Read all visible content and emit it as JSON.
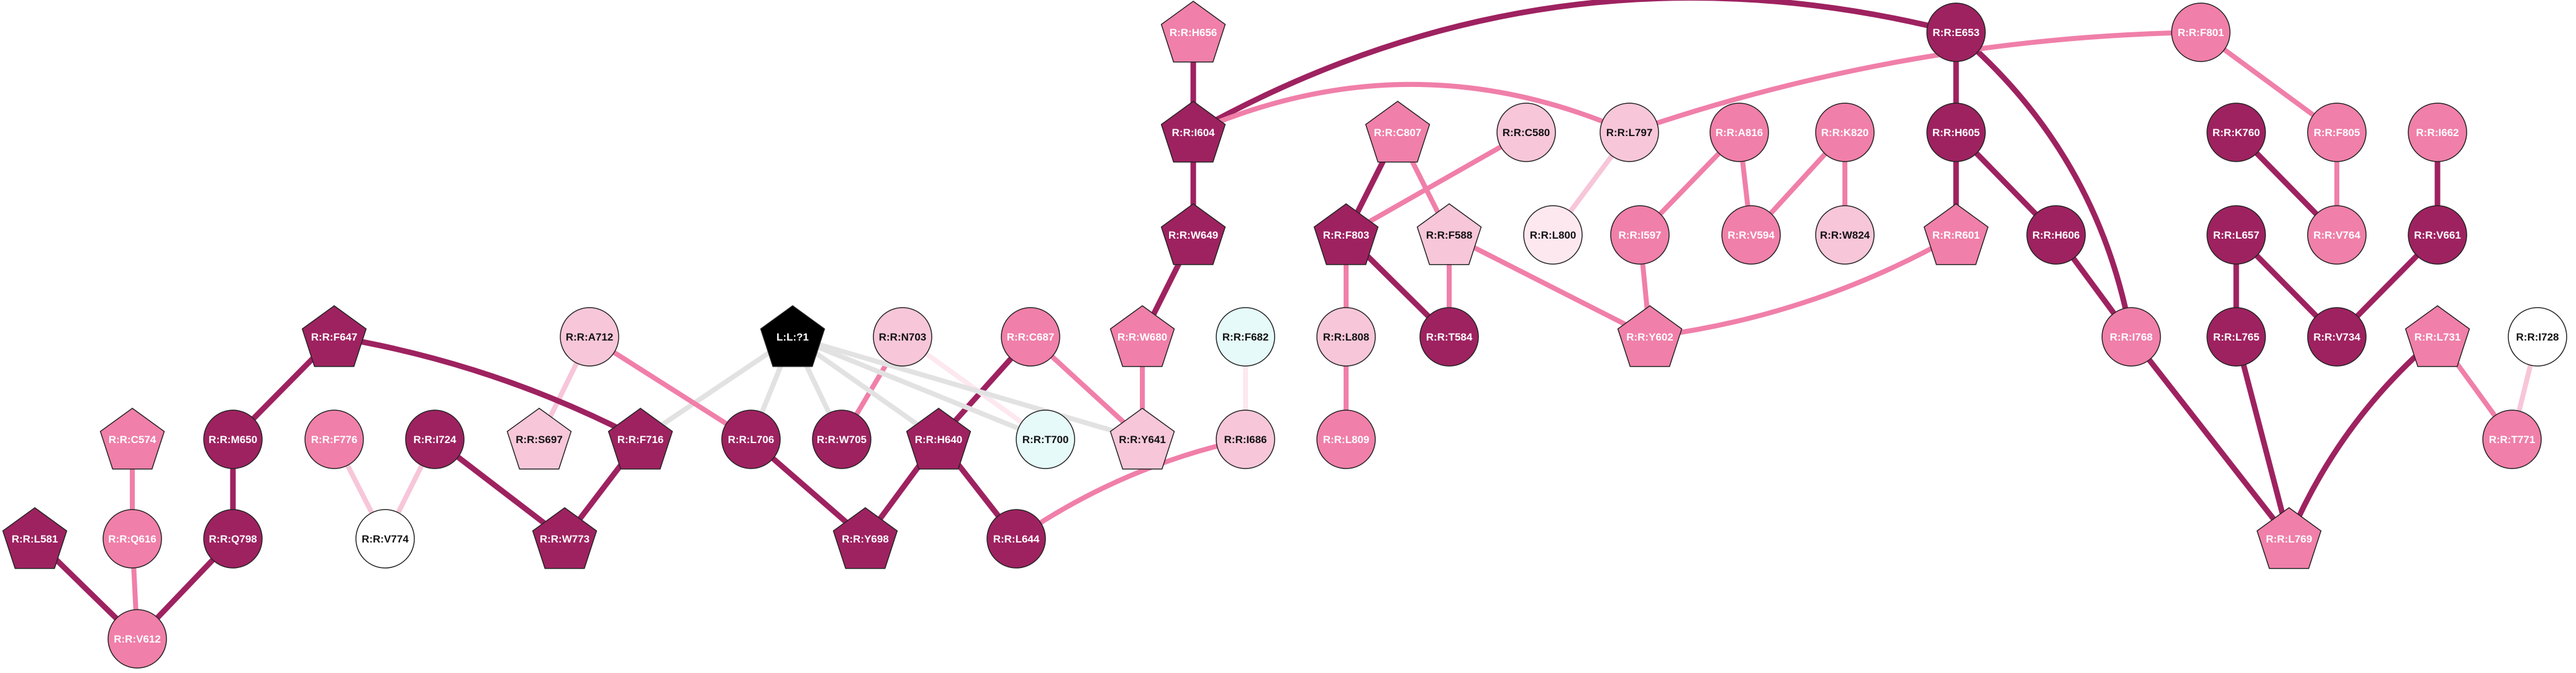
{
  "colors": {
    "dark": "#9e2260",
    "mid": "#f07fa9",
    "light": "#f7c6d9",
    "pale": "#fde8f0",
    "white": "#ffffff",
    "cyan": "#e6faf9",
    "black": "#000000",
    "gray_edge": "#e2e2e2"
  },
  "nodes": [
    {
      "id": "H656",
      "label": "R:R:H656",
      "shape": "pentagon",
      "color": "mid"
    },
    {
      "id": "I604",
      "label": "R:R:I604",
      "shape": "pentagon",
      "color": "dark"
    },
    {
      "id": "W649",
      "label": "R:R:W649",
      "shape": "pentagon",
      "color": "dark"
    },
    {
      "id": "W680",
      "label": "R:R:W680",
      "shape": "pentagon",
      "color": "mid"
    },
    {
      "id": "Y641",
      "label": "R:R:Y641",
      "shape": "pentagon",
      "color": "light"
    },
    {
      "id": "E653",
      "label": "R:R:E653",
      "shape": "circle",
      "color": "dark"
    },
    {
      "id": "F801",
      "label": "R:R:F801",
      "shape": "circle",
      "color": "mid"
    },
    {
      "id": "H605",
      "label": "R:R:H605",
      "shape": "circle",
      "color": "dark"
    },
    {
      "id": "H606",
      "label": "R:R:H606",
      "shape": "circle",
      "color": "dark"
    },
    {
      "id": "R601",
      "label": "R:R:R601",
      "shape": "pentagon",
      "color": "mid"
    },
    {
      "id": "I768",
      "label": "R:R:I768",
      "shape": "circle",
      "color": "mid"
    },
    {
      "id": "L769",
      "label": "R:R:L769",
      "shape": "pentagon",
      "color": "mid"
    },
    {
      "id": "F805",
      "label": "R:R:F805",
      "shape": "circle",
      "color": "mid"
    },
    {
      "id": "V764",
      "label": "R:R:V764",
      "shape": "circle",
      "color": "mid"
    },
    {
      "id": "K760",
      "label": "R:R:K760",
      "shape": "circle",
      "color": "dark"
    },
    {
      "id": "I662",
      "label": "R:R:I662",
      "shape": "circle",
      "color": "mid"
    },
    {
      "id": "V661",
      "label": "R:R:V661",
      "shape": "circle",
      "color": "dark"
    },
    {
      "id": "V734",
      "label": "R:R:V734",
      "shape": "circle",
      "color": "dark"
    },
    {
      "id": "L657",
      "label": "R:R:L657",
      "shape": "circle",
      "color": "dark"
    },
    {
      "id": "L765",
      "label": "R:R:L765",
      "shape": "circle",
      "color": "dark"
    },
    {
      "id": "L731",
      "label": "R:R:L731",
      "shape": "pentagon",
      "color": "mid"
    },
    {
      "id": "T771",
      "label": "R:R:T771",
      "shape": "circle",
      "color": "mid"
    },
    {
      "id": "I728",
      "label": "R:R:I728",
      "shape": "circle",
      "color": "white"
    },
    {
      "id": "L797",
      "label": "R:R:L797",
      "shape": "circle",
      "color": "light"
    },
    {
      "id": "L800",
      "label": "R:R:L800",
      "shape": "circle",
      "color": "pale"
    },
    {
      "id": "C580",
      "label": "R:R:C580",
      "shape": "circle",
      "color": "light"
    },
    {
      "id": "F803",
      "label": "R:R:F803",
      "shape": "pentagon",
      "color": "dark"
    },
    {
      "id": "C807",
      "label": "R:R:C807",
      "shape": "pentagon",
      "color": "mid"
    },
    {
      "id": "F588",
      "label": "R:R:F588",
      "shape": "pentagon",
      "color": "light"
    },
    {
      "id": "T584",
      "label": "R:R:T584",
      "shape": "circle",
      "color": "dark"
    },
    {
      "id": "L808",
      "label": "R:R:L808",
      "shape": "circle",
      "color": "light"
    },
    {
      "id": "L809",
      "label": "R:R:L809",
      "shape": "circle",
      "color": "mid"
    },
    {
      "id": "A816",
      "label": "R:R:A816",
      "shape": "circle",
      "color": "mid"
    },
    {
      "id": "I597",
      "label": "R:R:I597",
      "shape": "circle",
      "color": "mid"
    },
    {
      "id": "Y602",
      "label": "R:R:Y602",
      "shape": "pentagon",
      "color": "mid"
    },
    {
      "id": "K820",
      "label": "R:R:K820",
      "shape": "circle",
      "color": "mid"
    },
    {
      "id": "V594",
      "label": "R:R:V594",
      "shape": "circle",
      "color": "mid"
    },
    {
      "id": "W824",
      "label": "R:R:W824",
      "shape": "circle",
      "color": "light"
    },
    {
      "id": "F682",
      "label": "R:R:F682",
      "shape": "circle",
      "color": "cyan"
    },
    {
      "id": "I686",
      "label": "R:R:I686",
      "shape": "circle",
      "color": "light"
    },
    {
      "id": "L644",
      "label": "R:R:L644",
      "shape": "circle",
      "color": "dark"
    },
    {
      "id": "C687",
      "label": "R:R:C687",
      "shape": "circle",
      "color": "mid"
    },
    {
      "id": "H640",
      "label": "R:R:H640",
      "shape": "pentagon",
      "color": "dark"
    },
    {
      "id": "Y698",
      "label": "R:R:Y698",
      "shape": "pentagon",
      "color": "dark"
    },
    {
      "id": "L706",
      "label": "R:R:L706",
      "shape": "circle",
      "color": "dark"
    },
    {
      "id": "N703",
      "label": "R:R:N703",
      "shape": "circle",
      "color": "light"
    },
    {
      "id": "W705",
      "label": "R:R:W705",
      "shape": "circle",
      "color": "dark"
    },
    {
      "id": "T700",
      "label": "R:R:T700",
      "shape": "circle",
      "color": "cyan"
    },
    {
      "id": "LIG",
      "label": "L:L:?1",
      "shape": "pentagon",
      "color": "black"
    },
    {
      "id": "A712",
      "label": "R:R:A712",
      "shape": "circle",
      "color": "light"
    },
    {
      "id": "S697",
      "label": "R:R:S697",
      "shape": "pentagon",
      "color": "light"
    },
    {
      "id": "F716",
      "label": "R:R:F716",
      "shape": "pentagon",
      "color": "dark"
    },
    {
      "id": "F647",
      "label": "R:R:F647",
      "shape": "pentagon",
      "color": "dark"
    },
    {
      "id": "W773",
      "label": "R:R:W773",
      "shape": "pentagon",
      "color": "dark"
    },
    {
      "id": "I724",
      "label": "R:R:I724",
      "shape": "circle",
      "color": "dark"
    },
    {
      "id": "F776",
      "label": "R:R:F776",
      "shape": "circle",
      "color": "mid"
    },
    {
      "id": "V774",
      "label": "R:R:V774",
      "shape": "circle",
      "color": "white"
    },
    {
      "id": "M650",
      "label": "R:R:M650",
      "shape": "circle",
      "color": "dark"
    },
    {
      "id": "Q798",
      "label": "R:R:Q798",
      "shape": "circle",
      "color": "dark"
    },
    {
      "id": "V612",
      "label": "R:R:V612",
      "shape": "circle",
      "color": "mid"
    },
    {
      "id": "C574",
      "label": "R:R:C574",
      "shape": "pentagon",
      "color": "mid"
    },
    {
      "id": "Q616",
      "label": "R:R:Q616",
      "shape": "circle",
      "color": "mid"
    },
    {
      "id": "L581",
      "label": "R:R:L581",
      "shape": "pentagon",
      "color": "dark"
    }
  ],
  "edges": [
    {
      "from": "H656",
      "to": "I604",
      "color": "dark",
      "weight": 3
    },
    {
      "from": "I604",
      "to": "E653",
      "color": "dark",
      "weight": 3,
      "curve": -20
    },
    {
      "from": "I604",
      "to": "W649",
      "color": "dark",
      "weight": 3
    },
    {
      "from": "I604",
      "to": "L797",
      "color": "mid",
      "weight": 2,
      "curve": -22
    },
    {
      "from": "W649",
      "to": "W680",
      "color": "dark",
      "weight": 3
    },
    {
      "from": "W680",
      "to": "Y641",
      "color": "mid",
      "weight": 2
    },
    {
      "from": "E653",
      "to": "H605",
      "color": "dark",
      "weight": 3
    },
    {
      "from": "E653",
      "to": "I768",
      "color": "dark",
      "weight": 3,
      "curve": -18
    },
    {
      "from": "F801",
      "to": "F805",
      "color": "mid",
      "weight": 2
    },
    {
      "from": "F801",
      "to": "L797",
      "color": "mid",
      "weight": 2,
      "curve": 8
    },
    {
      "from": "H605",
      "to": "H606",
      "color": "dark",
      "weight": 3
    },
    {
      "from": "H605",
      "to": "R601",
      "color": "dark",
      "weight": 3
    },
    {
      "from": "H606",
      "to": "I768",
      "color": "dark",
      "weight": 3
    },
    {
      "from": "I768",
      "to": "L769",
      "color": "dark",
      "weight": 3
    },
    {
      "from": "F805",
      "to": "V764",
      "color": "mid",
      "weight": 2
    },
    {
      "from": "K760",
      "to": "V764",
      "color": "dark",
      "weight": 3
    },
    {
      "from": "I662",
      "to": "V661",
      "color": "dark",
      "weight": 3
    },
    {
      "from": "V661",
      "to": "V734",
      "color": "dark",
      "weight": 3
    },
    {
      "from": "L657",
      "to": "V734",
      "color": "dark",
      "weight": 3
    },
    {
      "from": "L657",
      "to": "L765",
      "color": "dark",
      "weight": 3
    },
    {
      "from": "L765",
      "to": "L769",
      "color": "dark",
      "weight": 3
    },
    {
      "from": "L731",
      "to": "L769",
      "color": "dark",
      "weight": 3,
      "curve": 12
    },
    {
      "from": "L731",
      "to": "T771",
      "color": "mid",
      "weight": 2
    },
    {
      "from": "I728",
      "to": "T771",
      "color": "light",
      "weight": 2
    },
    {
      "from": "L797",
      "to": "L800",
      "color": "light",
      "weight": 2
    },
    {
      "from": "C580",
      "to": "F803",
      "color": "mid",
      "weight": 2
    },
    {
      "from": "C807",
      "to": "F803",
      "color": "dark",
      "weight": 3
    },
    {
      "from": "C807",
      "to": "F588",
      "color": "mid",
      "weight": 2
    },
    {
      "from": "F803",
      "to": "T584",
      "color": "dark",
      "weight": 3
    },
    {
      "from": "F803",
      "to": "L808",
      "color": "mid",
      "weight": 2
    },
    {
      "from": "L808",
      "to": "L809",
      "color": "mid",
      "weight": 2
    },
    {
      "from": "F588",
      "to": "T584",
      "color": "mid",
      "weight": 2
    },
    {
      "from": "F588",
      "to": "Y602",
      "color": "mid",
      "weight": 2
    },
    {
      "from": "A816",
      "to": "I597",
      "color": "mid",
      "weight": 2
    },
    {
      "from": "A816",
      "to": "V594",
      "color": "mid",
      "weight": 2
    },
    {
      "from": "K820",
      "to": "V594",
      "color": "mid",
      "weight": 2
    },
    {
      "from": "K820",
      "to": "W824",
      "color": "mid",
      "weight": 2
    },
    {
      "from": "I597",
      "to": "Y602",
      "color": "mid",
      "weight": 2
    },
    {
      "from": "R601",
      "to": "Y602",
      "color": "mid",
      "weight": 2,
      "curve": -10
    },
    {
      "from": "F682",
      "to": "I686",
      "color": "pale",
      "weight": 2
    },
    {
      "from": "I686",
      "to": "L644",
      "color": "mid",
      "weight": 2,
      "curve": 10
    },
    {
      "from": "C687",
      "to": "H640",
      "color": "dark",
      "weight": 3
    },
    {
      "from": "C687",
      "to": "Y641",
      "color": "mid",
      "weight": 2
    },
    {
      "from": "H640",
      "to": "Y698",
      "color": "dark",
      "weight": 3
    },
    {
      "from": "H640",
      "to": "L644",
      "color": "dark",
      "weight": 3
    },
    {
      "from": "L706",
      "to": "Y698",
      "color": "dark",
      "weight": 3
    },
    {
      "from": "N703",
      "to": "W705",
      "color": "mid",
      "weight": 2
    },
    {
      "from": "N703",
      "to": "T700",
      "color": "pale",
      "weight": 2
    },
    {
      "from": "LIG",
      "to": "L706",
      "color": "gray_edge",
      "weight": 2
    },
    {
      "from": "LIG",
      "to": "W705",
      "color": "gray_edge",
      "weight": 2
    },
    {
      "from": "LIG",
      "to": "H640",
      "color": "gray_edge",
      "weight": 2
    },
    {
      "from": "LIG",
      "to": "T700",
      "color": "gray_edge",
      "weight": 2
    },
    {
      "from": "LIG",
      "to": "F716",
      "color": "gray_edge",
      "weight": 2
    },
    {
      "from": "LIG",
      "to": "Y641",
      "color": "gray_edge",
      "weight": 2
    },
    {
      "from": "A712",
      "to": "S697",
      "color": "light",
      "weight": 2
    },
    {
      "from": "A712",
      "to": "L706",
      "color": "mid",
      "weight": 2
    },
    {
      "from": "F647",
      "to": "F716",
      "color": "dark",
      "weight": 3,
      "curve": -8
    },
    {
      "from": "F647",
      "to": "M650",
      "color": "dark",
      "weight": 3
    },
    {
      "from": "F716",
      "to": "W773",
      "color": "dark",
      "weight": 3
    },
    {
      "from": "I724",
      "to": "W773",
      "color": "dark",
      "weight": 3
    },
    {
      "from": "F776",
      "to": "V774",
      "color": "light",
      "weight": 2
    },
    {
      "from": "I724",
      "to": "V774",
      "color": "light",
      "weight": 2
    },
    {
      "from": "M650",
      "to": "Q798",
      "color": "dark",
      "weight": 3
    },
    {
      "from": "Q798",
      "to": "V612",
      "color": "dark",
      "weight": 3
    },
    {
      "from": "C574",
      "to": "Q616",
      "color": "mid",
      "weight": 2
    },
    {
      "from": "Q616",
      "to": "V612",
      "color": "mid",
      "weight": 2
    },
    {
      "from": "L581",
      "to": "V612",
      "color": "dark",
      "weight": 3
    }
  ]
}
